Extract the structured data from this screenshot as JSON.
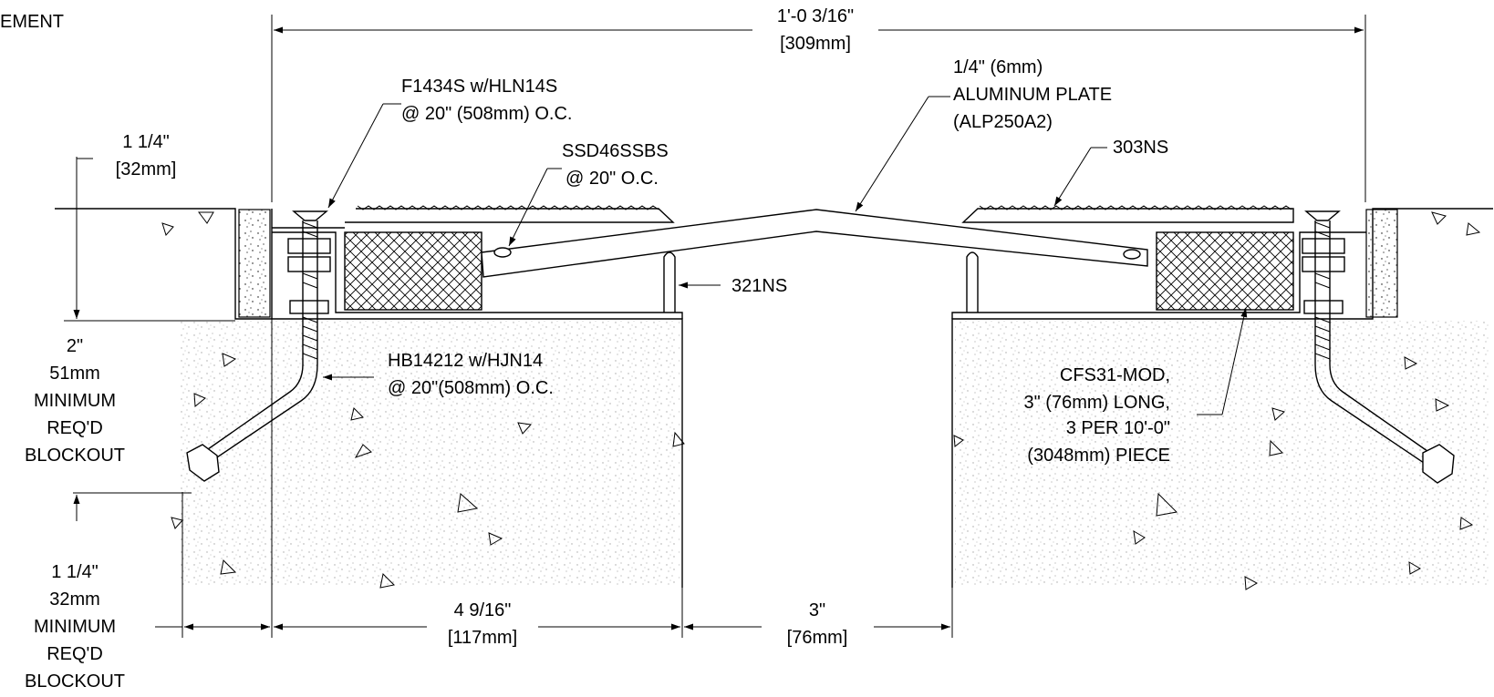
{
  "drawing": {
    "labels": {
      "partial_top_left": "EMENT",
      "overall_width": "1'-0 3/16\"",
      "overall_width_mm": "[309mm]",
      "plate_size": "1/4\" (6mm)",
      "plate_name": "ALUMINUM PLATE",
      "plate_code": "(ALP250A2)",
      "anchor_top": "F1434S w/HLN14S",
      "anchor_top_spacing": "@ 20\" (508mm) O.C.",
      "screw": "SSD46SSBS",
      "screw_spacing": "@ 20\" O.C.",
      "nosing": "303NS",
      "frame": "321NS",
      "depth_top": "1 1/4\"",
      "depth_top_mm": "[32mm]",
      "blockout1_a": "2\"",
      "blockout1_b": "51mm",
      "blockout1_c": "MINIMUM",
      "blockout1_d": "REQ'D",
      "blockout1_e": "BLOCKOUT",
      "bolt": "HB14212 w/HJN14",
      "bolt_spacing": "@ 20\"(508mm) O.C.",
      "foam_a": "CFS31-MOD,",
      "foam_b": "3\" (76mm) LONG,",
      "foam_c": "3 PER 10'-0\"",
      "foam_d": "(3048mm) PIECE",
      "blockout2_a": "1 1/4\"",
      "blockout2_b": "32mm",
      "blockout2_c": "MINIMUM",
      "blockout2_d": "REQ'D",
      "blockout2_e": "BLOCKOUT",
      "dim_left": "4 9/16\"",
      "dim_left_mm": "[117mm]",
      "dim_gap": "3\"",
      "dim_gap_mm": "[76mm]"
    }
  }
}
